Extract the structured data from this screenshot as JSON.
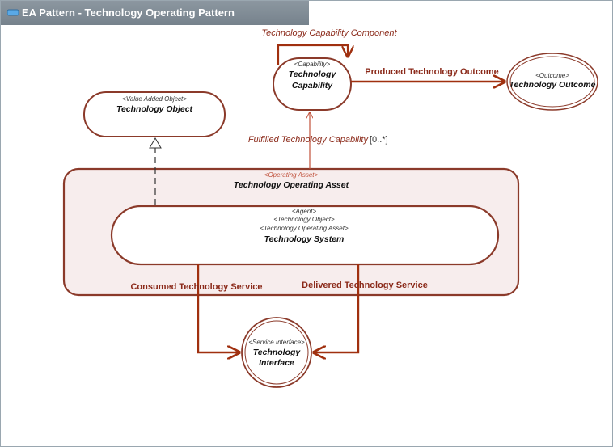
{
  "title": "EA Pattern - Technology Operating Pattern",
  "colors": {
    "node_border": "#8b3a2a",
    "edge": "#a0300f",
    "container_fill": "#f7eded",
    "title_bg": "#808b94"
  },
  "nodes": {
    "technology_object": {
      "stereotype": "<Value Added Object>",
      "name": "Technology Object"
    },
    "technology_capability": {
      "stereotype": "<Capability>",
      "name_line1": "Technology",
      "name_line2": "Capability"
    },
    "technology_outcome": {
      "stereotype": "<Outcome>",
      "name": "Technology Outcome"
    },
    "technology_operating_asset": {
      "stereotype": "<Operating Asset>",
      "name": "Technology Operating Asset"
    },
    "technology_system": {
      "stereotype1": "<Agent>",
      "stereotype2": "<Technology Object>",
      "stereotype3": "<Technology Operating Asset>",
      "name": "Technology System"
    },
    "technology_interface": {
      "stereotype": "<Service Interface>",
      "name_line1": "Technology",
      "name_line2": "Interface"
    }
  },
  "edges": {
    "capability_component": "Technology Capability Component",
    "produced_outcome": "Produced Technology Outcome",
    "fulfilled_capability": "Fulfilled Technology Capability",
    "fulfilled_multiplicity": "[0..*]",
    "consumed_service": "Consumed Technology Service",
    "delivered_service": "Delivered Technology Service"
  }
}
